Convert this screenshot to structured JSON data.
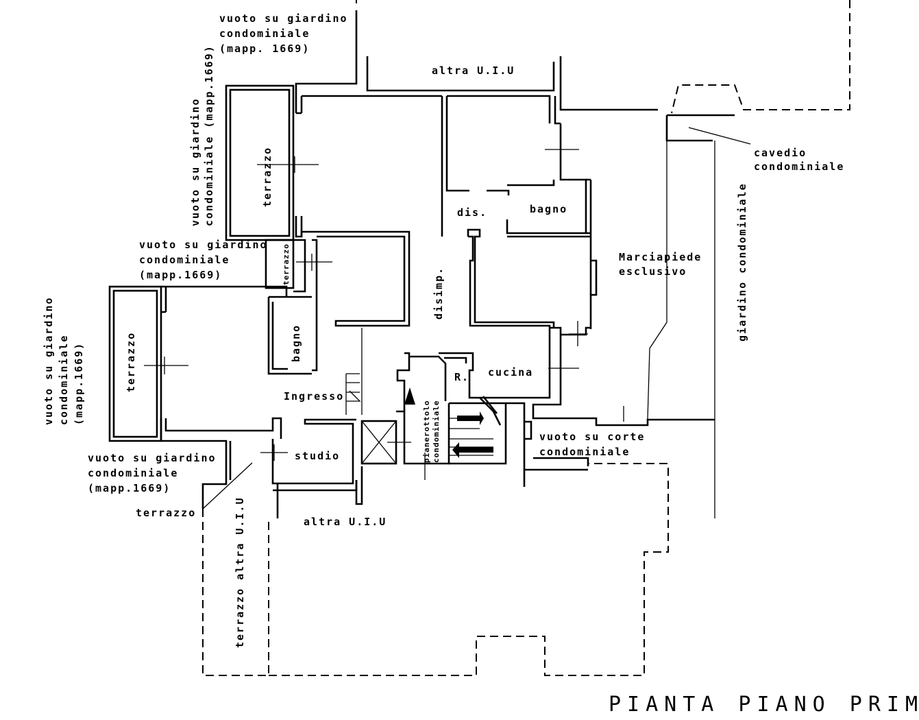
{
  "title": "PIANTA PIANO PRIMO",
  "labels": {
    "vuoto_top_1": "vuoto su giardino",
    "vuoto_top_2": "condominiale",
    "vuoto_top_3": "(mapp. 1669)",
    "altra_uiu_top": "altra U.I.U",
    "vuoto_rot_1": "vuoto su giardino",
    "vuoto_rot_2": "condominiale (mapp.1669)",
    "terrazzo_a": "terrazzo",
    "dis": "dis.",
    "bagno_a": "bagno",
    "cavedio_1": "cavedio",
    "cavedio_2": "condominiale",
    "giardino_cond": "giardino condominiale",
    "vuoto_mid_1": "vuoto su giardino",
    "vuoto_mid_2": "condominiale",
    "vuoto_mid_3": "(mapp.1669)",
    "terrazzo_small": "terrazzo",
    "marciapiede_1": "Marciapiede",
    "marciapiede_2": "esclusivo",
    "disimp": "disimp.",
    "vuoto_left_1": "vuoto su giardino",
    "vuoto_left_2": "condominiale",
    "vuoto_left_3": "(mapp.1669)",
    "terrazzo_b": "terrazzo",
    "bagno_b": "bagno",
    "r": "R.",
    "cucina": "cucina",
    "ingresso": "Ingresso",
    "pianerottolo_1": "pianerottolo",
    "pianerottolo_2": "condominiale",
    "vuoto_corte_1": "vuoto su corte",
    "vuoto_corte_2": "condominiale",
    "studio": "studio",
    "vuoto_bl_1": "vuoto su giardino",
    "vuoto_bl_2": "condominiale",
    "vuoto_bl_3": "(mapp.1669)",
    "terrazzo_c": "terrazzo",
    "altra_uiu_bottom": "altra U.I.U",
    "terrazzo_altra": "terrazzo altra U.I.U"
  }
}
